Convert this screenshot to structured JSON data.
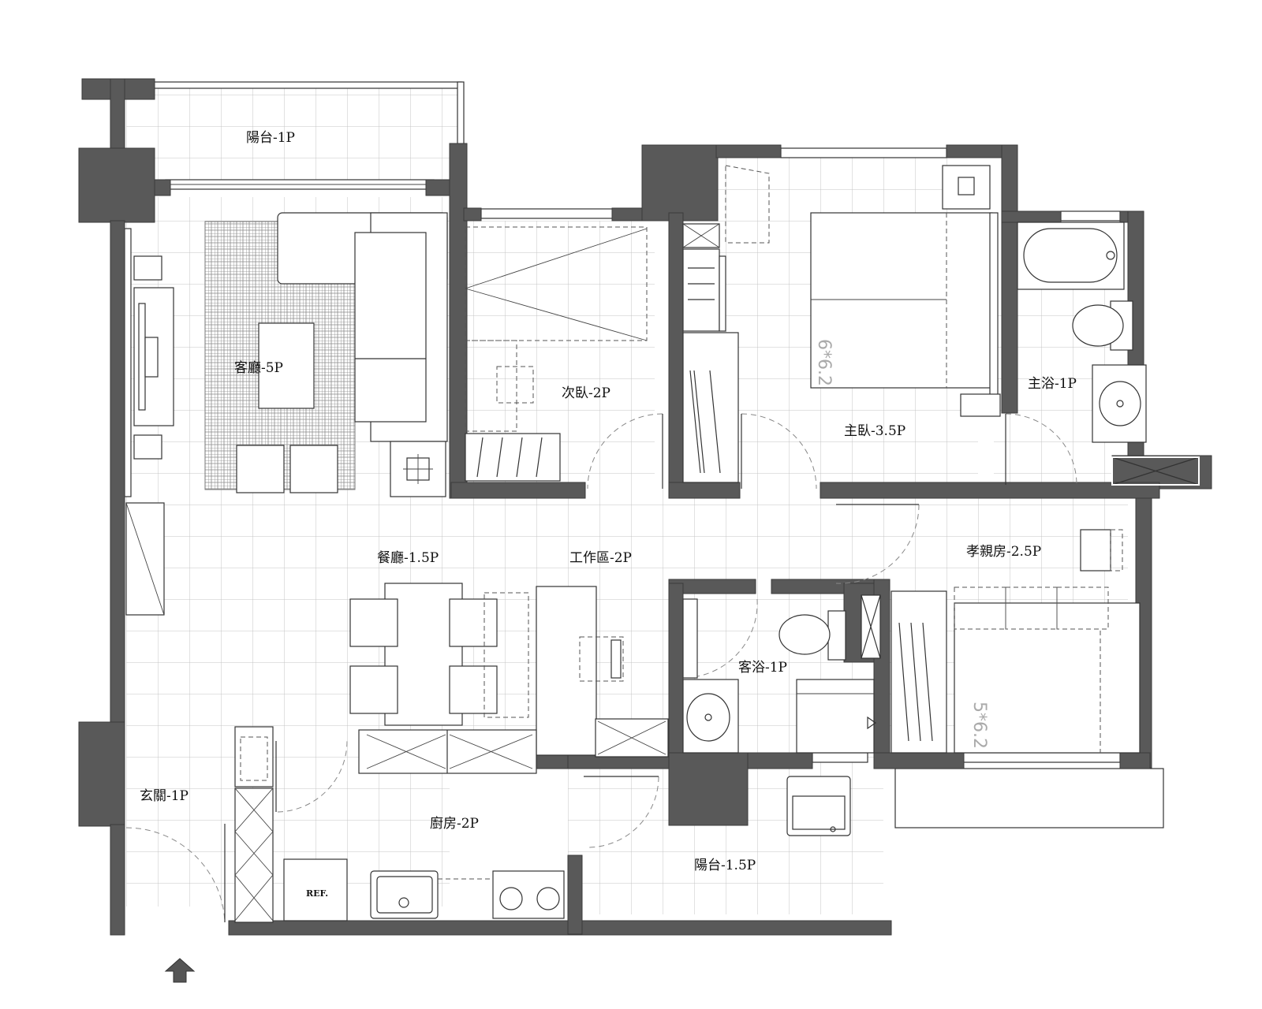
{
  "rooms": {
    "balcony_top": "陽台-1P",
    "living": "客廳-5P",
    "bedroom2": "次臥-2P",
    "master": "主臥-3.5P",
    "master_bath": "主浴-1P",
    "dining": "餐廳-1.5P",
    "work": "工作區-2P",
    "parents": "孝親房-2.5P",
    "guest_bath": "客浴-1P",
    "entry": "玄關-1P",
    "kitchen": "廚房-2P",
    "balcony_bottom": "陽台-1.5P"
  },
  "fixtures": {
    "fridge": "REF.",
    "master_bed_size": "6*6.2",
    "parents_bed_size": "5*6.2"
  },
  "entrance": {
    "icon": "entrance-arrow-icon"
  },
  "colors": {
    "wall": "#595959",
    "line": "#333333",
    "floor": "#bdbdbd"
  }
}
